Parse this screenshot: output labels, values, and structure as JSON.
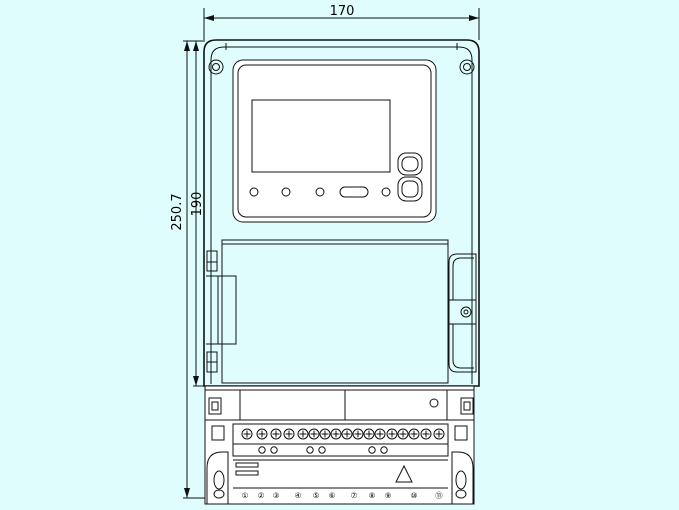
{
  "dimensions": {
    "overall_width": "170",
    "overall_height": "250.7",
    "body_height": "190"
  },
  "terminal_numbers": [
    "①",
    "②",
    "③",
    "④",
    "⑤",
    "⑥",
    "⑦",
    "⑧",
    "⑨",
    "⑩",
    "⑪"
  ],
  "icons": {
    "warning": "warning-triangle-icon"
  }
}
